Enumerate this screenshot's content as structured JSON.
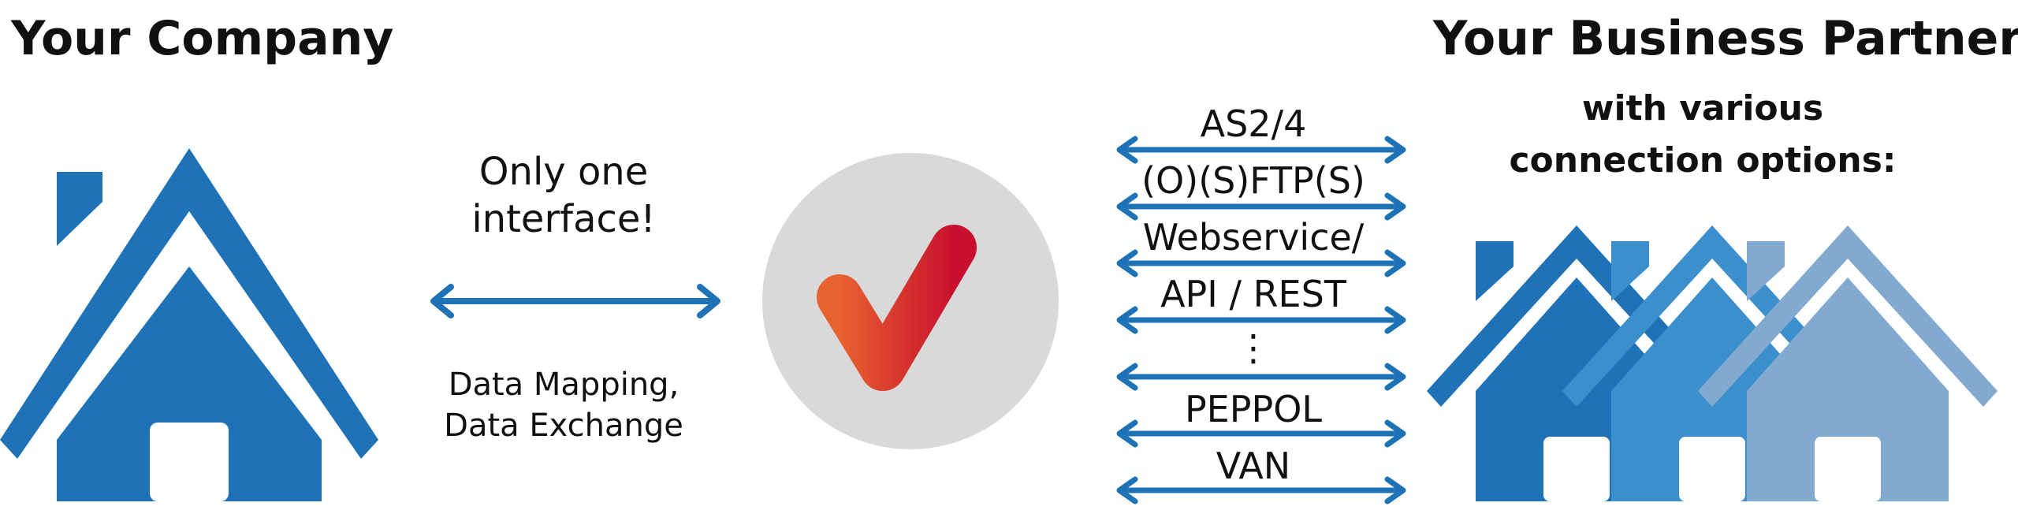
{
  "left_title": "Your Company",
  "right_title": "Your Business Partners",
  "right_subtitle": [
    "with various",
    "connection options:"
  ],
  "interface_note": "Only one interface!",
  "interface_sub": [
    "Data Mapping,",
    "Data Exchange"
  ],
  "protocols": [
    "AS2/4",
    "(O)(S)FTP(S)",
    "Webservice/",
    "API / REST",
    "⋮",
    "PEPPOL",
    "VAN"
  ],
  "colors": {
    "house_company": "#1f72b6",
    "house_partner_1": "#1f72b6",
    "house_partner_2": "#3a8fcc",
    "house_partner_3": "#82a9cf",
    "arrow": "#1f72b6",
    "circle": "#d9d9d9",
    "check_start": "#e8622f",
    "check_end": "#c8102e"
  },
  "icons": [
    "house-icon",
    "double-arrow-icon",
    "checkmark-icon"
  ]
}
